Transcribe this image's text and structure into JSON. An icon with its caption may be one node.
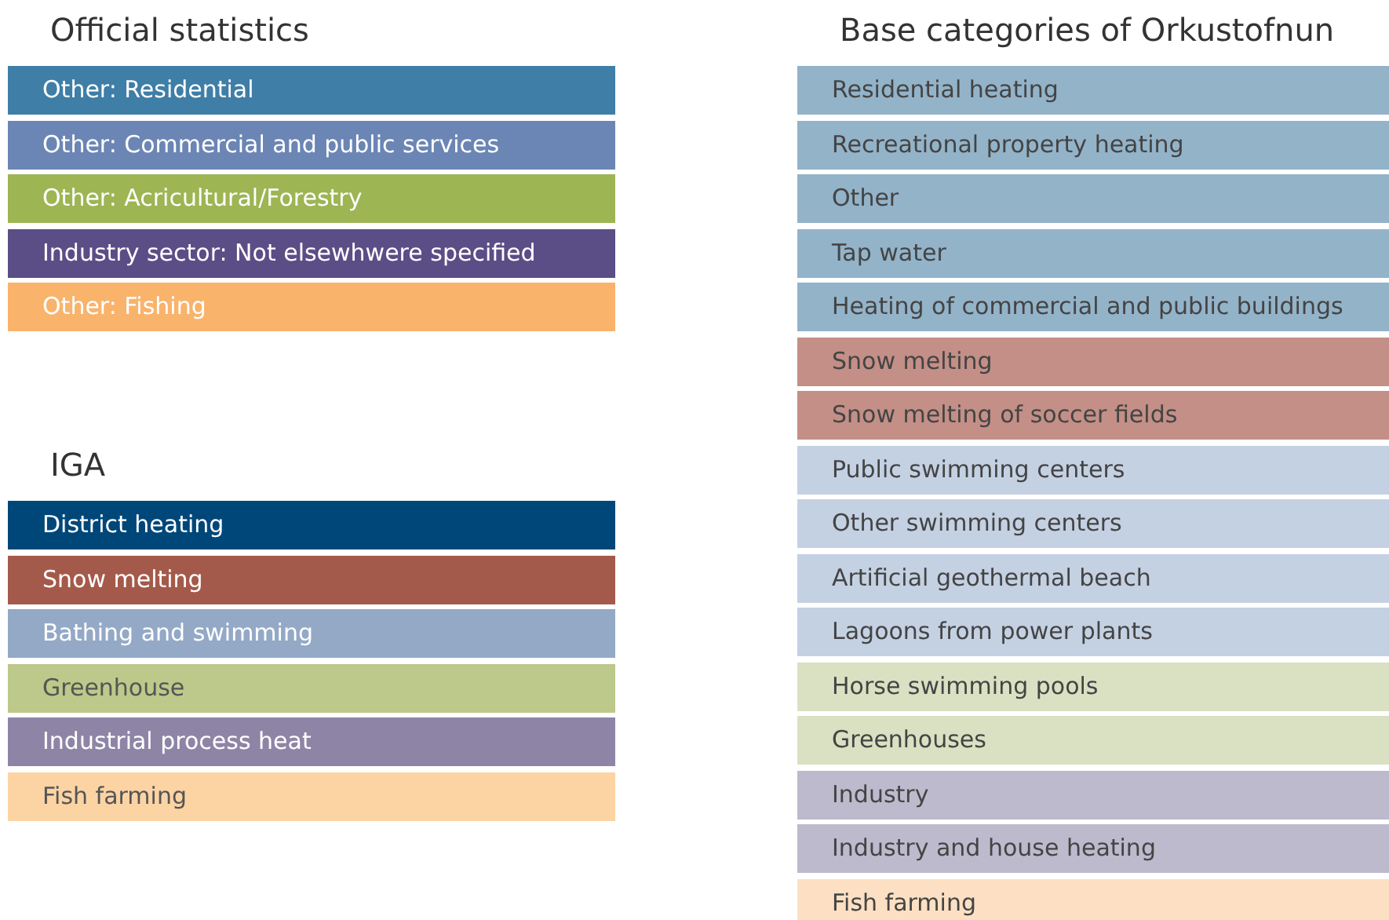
{
  "diagram": {
    "nodes": [
      {
        "text": [
          "Other: Residential"
        ]
      },
      {
        "text": [
          "Other: Commercial and public services"
        ]
      },
      {
        "text": [
          "Other: Acricultural/Forestry"
        ]
      },
      {
        "text": [
          "Industry sector: Not elsewhwere specified"
        ]
      },
      {
        "text": [
          "Other: Fishing"
        ]
      },
      {
        "text": [
          "District heating"
        ]
      },
      {
        "text": [
          "Snow melting"
        ]
      },
      {
        "text": [
          "Bathing and swimming"
        ]
      },
      {
        "text": [
          "Greenhouse"
        ]
      },
      {
        "text": [
          "Industrial process heat"
        ]
      },
      {
        "text": [
          "Fish farming"
        ]
      },
      {
        "text": [
          "Residential heating"
        ]
      },
      {
        "text": [
          "Recreational property heating"
        ]
      },
      {
        "text": [
          "Other"
        ]
      },
      {
        "text": [
          "Tap water"
        ]
      },
      {
        "text": [
          "Heating of commercial and public buildings"
        ]
      },
      {
        "text": [
          "Snow melting"
        ]
      },
      {
        "text": [
          "Snow melting of soccer fields"
        ]
      },
      {
        "text": [
          "Public swimming centers"
        ]
      },
      {
        "text": [
          "Other swimming centers"
        ]
      },
      {
        "text": [
          "Artificial geothermal beach"
        ]
      },
      {
        "text": [
          "Lagoons from power plants"
        ]
      },
      {
        "text": [
          "Horse swimming pools"
        ]
      },
      {
        "text": [
          "Greenhouses"
        ]
      },
      {
        "text": [
          "Industry"
        ]
      },
      {
        "text": [
          "Industry and house heating"
        ]
      },
      {
        "text": [
          "Fish farming"
        ]
      }
    ],
    "edges": [],
    "labels": [
      "Official statistics",
      "Base categories of Orkustofnun",
      "IGA"
    ]
  }
}
